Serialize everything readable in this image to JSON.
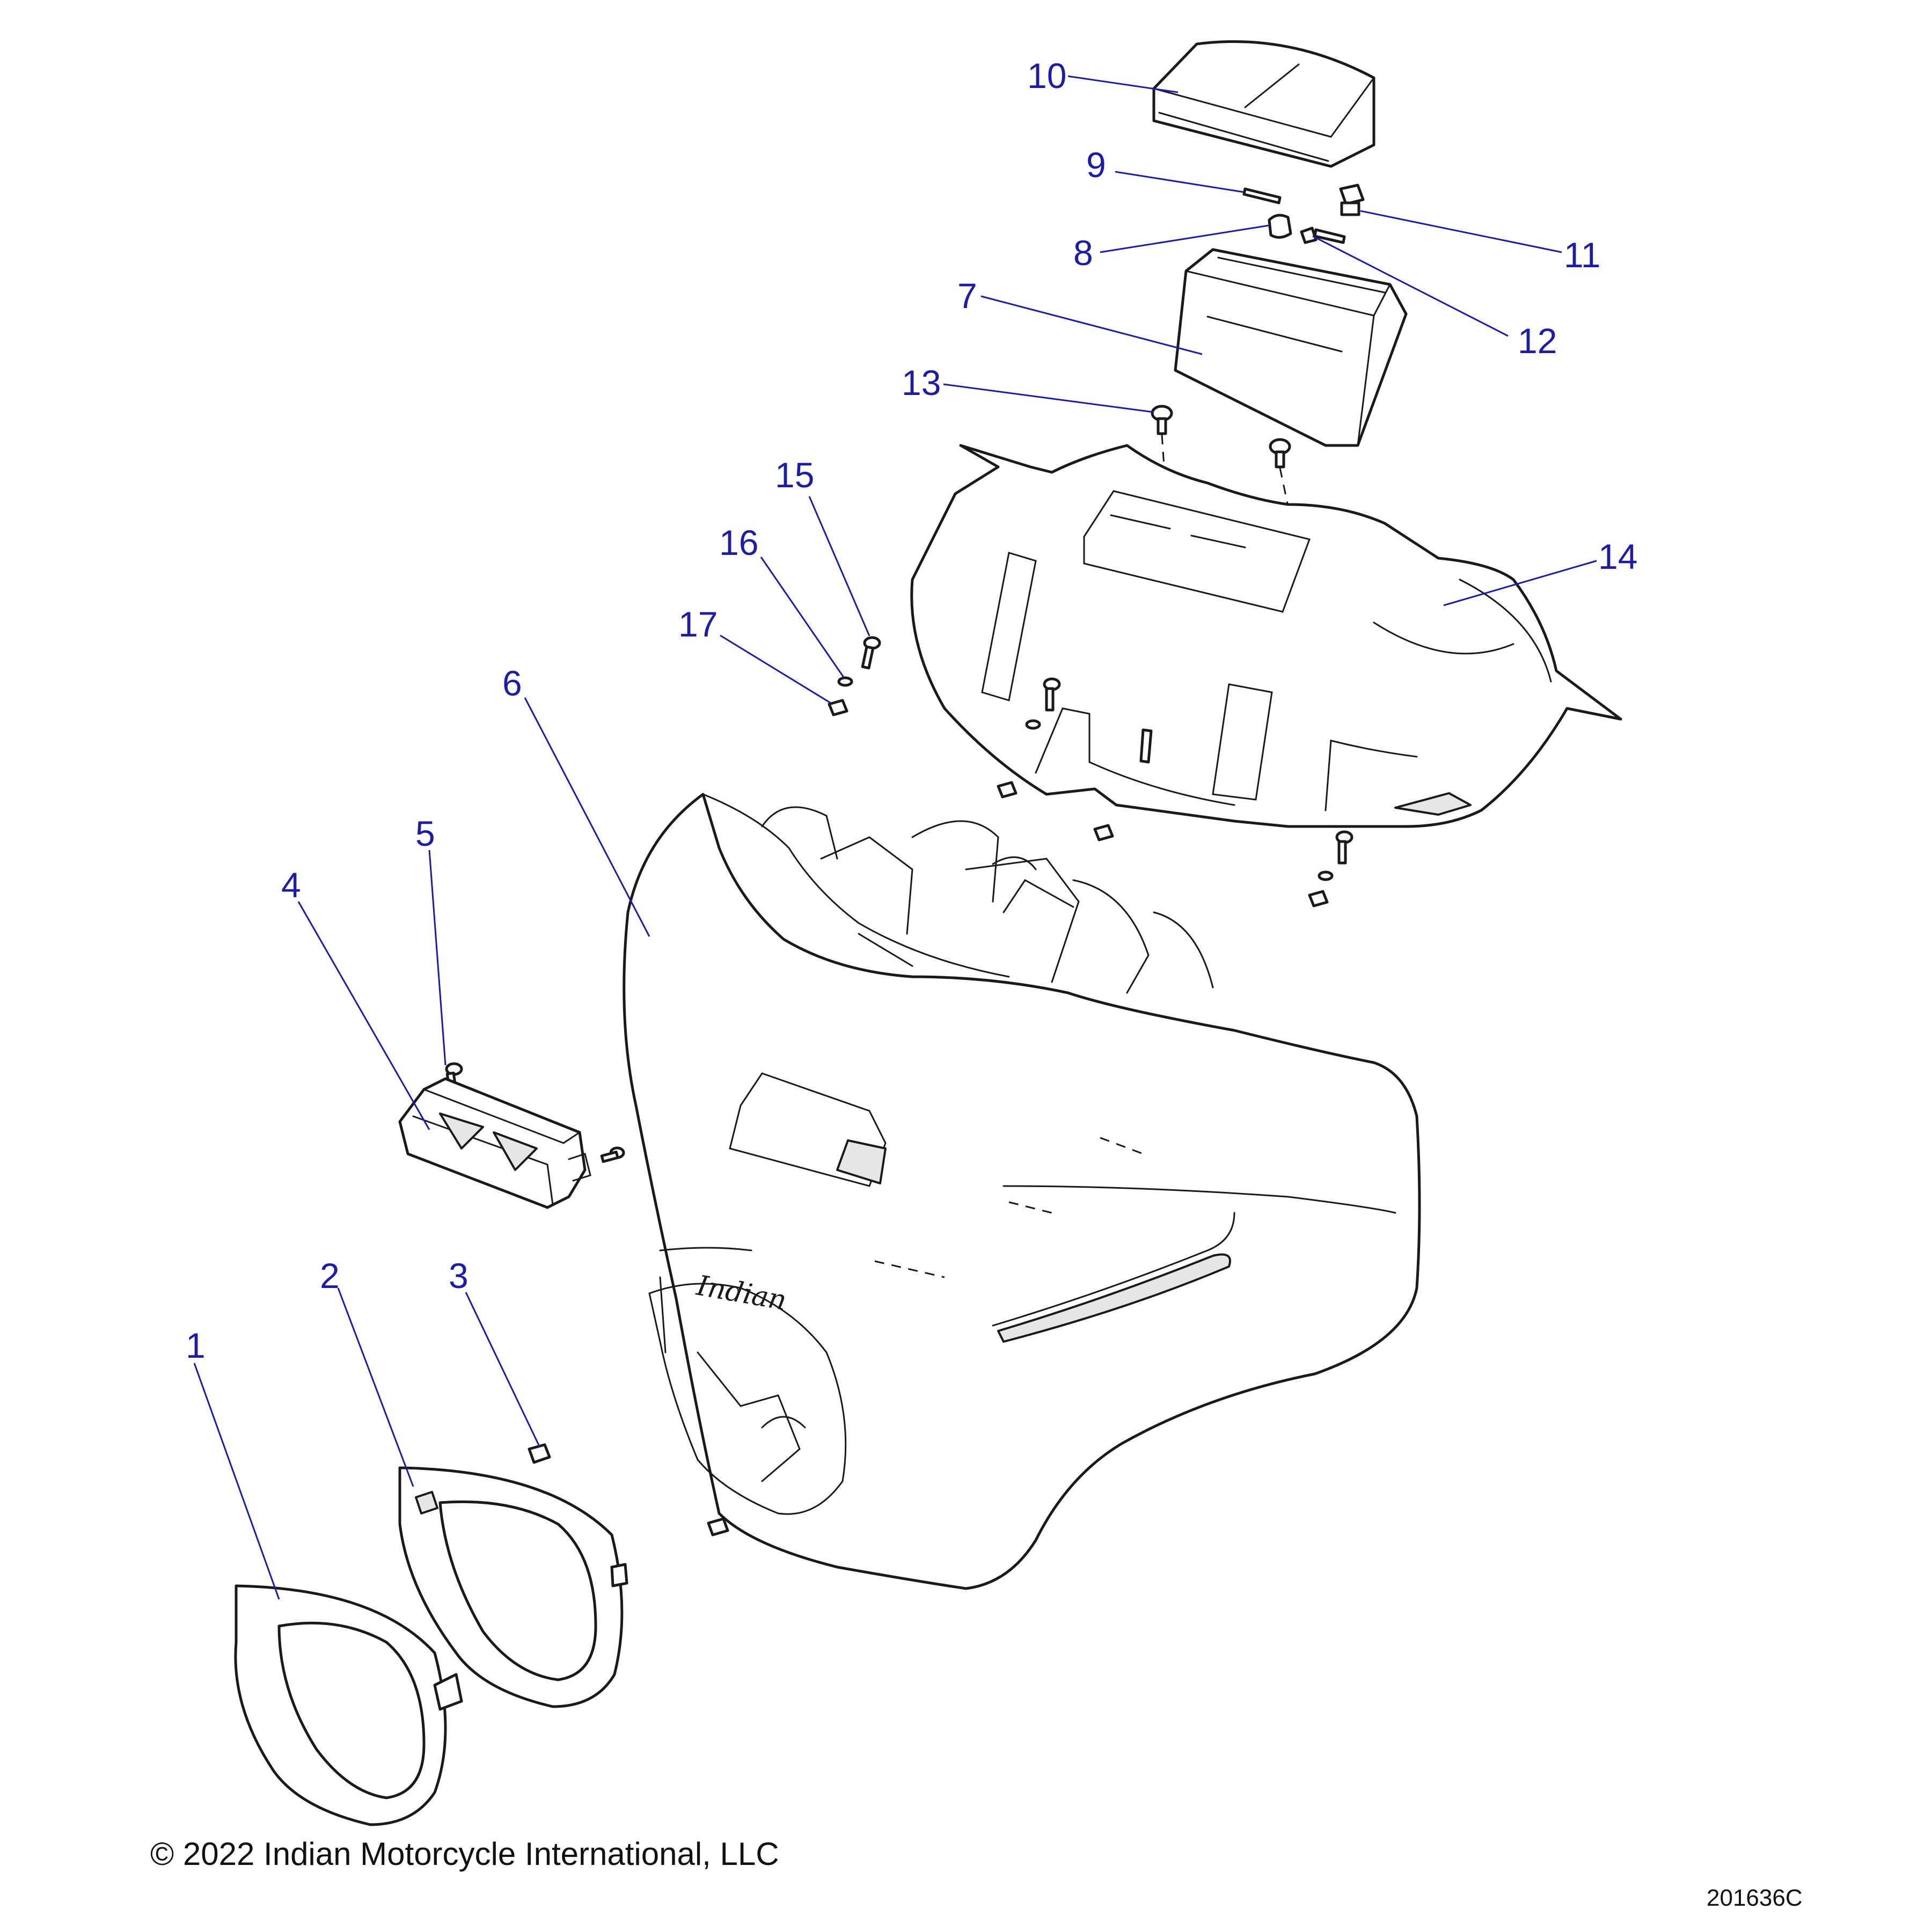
{
  "footer": {
    "copyright": "© 2022 Indian Motorcycle International, LLC",
    "drawing_number": "201636C"
  },
  "emblem_text": "Indian",
  "colors": {
    "callout": "#1c1ca8",
    "line": "#1a1a1a"
  },
  "callouts": {
    "c1": "1",
    "c2": "2",
    "c3": "3",
    "c4": "4",
    "c5": "5",
    "c6": "6",
    "c7": "7",
    "c8": "8",
    "c9": "9",
    "c10": "10",
    "c11": "11",
    "c12": "12",
    "c13": "13",
    "c14": "14",
    "c15": "15",
    "c16": "16",
    "c17": "17"
  }
}
